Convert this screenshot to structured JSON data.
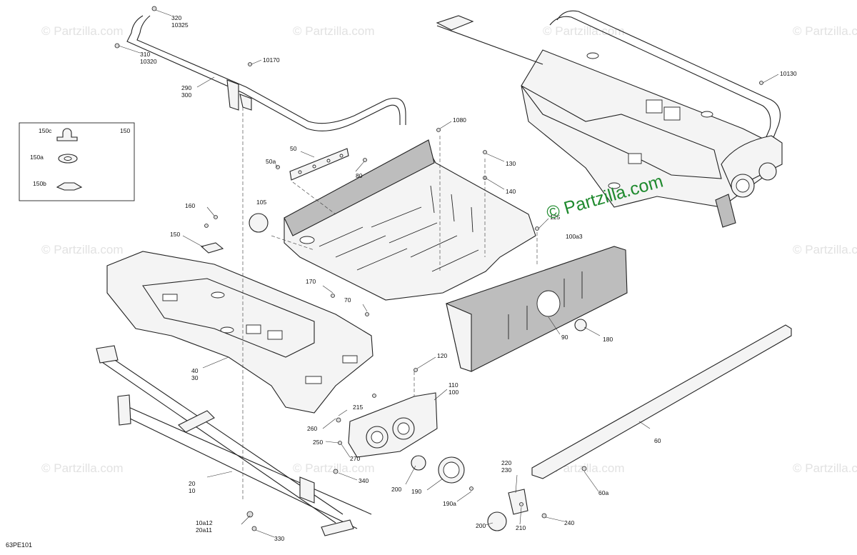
{
  "watermark": "© Partzilla.com",
  "brand": {
    "text": "© Partzilla.com",
    "color": "#1f8a2e"
  },
  "diagram_ref": "63PE101",
  "inset": {
    "title": "150",
    "items": [
      "150c",
      "150a",
      "150b"
    ]
  },
  "callouts": {
    "c320": "320\n10325",
    "c310": "310\n10320",
    "c10170": "10170",
    "c290": "290\n300",
    "c10130": "10130",
    "c1080": "1080",
    "c50": "50",
    "c50a": "50a",
    "c80": "80",
    "c130": "130",
    "c140": "140",
    "c105": "105",
    "c160": "160",
    "c150": "150",
    "c125": "125",
    "c100a3": "100a3",
    "c170": "170",
    "c70": "70",
    "c90": "90",
    "c180": "180",
    "c40": "40\n30",
    "c120": "120",
    "c110": "110\n100",
    "c215": "215",
    "c260": "260",
    "c250": "250",
    "c270": "270",
    "c60": "60",
    "c20": "20\n10",
    "c340": "340",
    "c200a": "200",
    "c190": "190",
    "c220": "220\n230",
    "c60a": "60a",
    "c190a": "190a",
    "c10a12": "10a12\n20a11",
    "c330": "330",
    "c200b": "200",
    "c210": "210",
    "c240": "240"
  }
}
